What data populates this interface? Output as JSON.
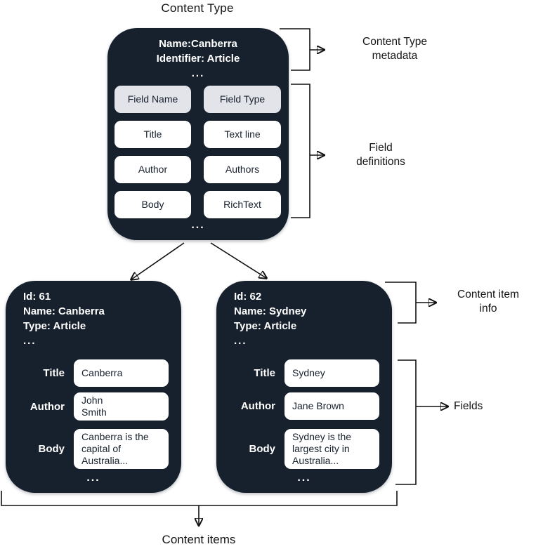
{
  "title": "Content Type",
  "colors": {
    "box_bg": "#17202d",
    "header_chip_bg": "#e3e3ea",
    "chip_bg": "#ffffff",
    "chip_text": "#17202d",
    "line": "#111111"
  },
  "content_type_box": {
    "name_line": "Name:Canberra",
    "identifier_line": "Identifier: Article",
    "ellipsis": "...",
    "field_table": {
      "headers": [
        "Field Name",
        "Field Type"
      ],
      "rows": [
        {
          "name": "Title",
          "type": "Text line"
        },
        {
          "name": "Author",
          "type": "Authors"
        },
        {
          "name": "Body",
          "type": "RichText"
        }
      ]
    }
  },
  "annotations": {
    "content_type_metadata": "Content Type\nmetadata",
    "field_definitions": "Field\ndefinitions",
    "content_item_info": "Content item\ninfo",
    "fields": "Fields",
    "content_items": "Content items"
  },
  "content_items": [
    {
      "id_line": "Id: 61",
      "name_line": "Name: Canberra",
      "type_line": "Type: Article",
      "ellipsis": "...",
      "fields": [
        {
          "label": "Title",
          "value": "Canberra"
        },
        {
          "label": "Author",
          "value": "John\nSmith"
        },
        {
          "label": "Body",
          "value": "Canberra is the capital of Australia..."
        }
      ],
      "footer_ellipsis": "..."
    },
    {
      "id_line": "Id: 62",
      "name_line": "Name: Sydney",
      "type_line": "Type: Article",
      "ellipsis": "...",
      "fields": [
        {
          "label": "Title",
          "value": "Sydney"
        },
        {
          "label": "Author",
          "value": "Jane Brown"
        },
        {
          "label": "Body",
          "value": "Sydney is the largest city in Australia..."
        }
      ],
      "footer_ellipsis": "..."
    }
  ]
}
